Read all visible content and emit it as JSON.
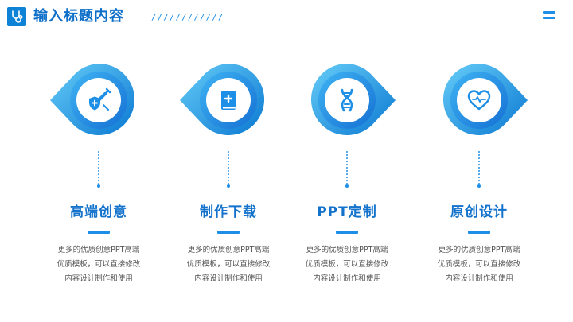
{
  "header": {
    "title": "输入标题内容",
    "decoration": "////////////"
  },
  "colors": {
    "primary": "#1d8fe6",
    "dark_blue": "#0e6fc9",
    "light_blue": "#5cc6f5",
    "text_gray": "#555555"
  },
  "items": [
    {
      "heading": "高端创意",
      "icon": "syringe-shield-icon",
      "desc": [
        "更多的优质创意PPT高端",
        "优质模板，可以直接修改",
        "内容设计制作和使用"
      ]
    },
    {
      "heading": "制作下载",
      "icon": "medical-book-icon",
      "desc": [
        "更多的优质创意PPT高端",
        "优质模板，可以直接修改",
        "内容设计制作和使用"
      ]
    },
    {
      "heading": "PPT定制",
      "icon": "dna-icon",
      "desc": [
        "更多的优质创意PPT高端",
        "优质模板，可以直接修改",
        "内容设计制作和使用"
      ]
    },
    {
      "heading": "原创设计",
      "icon": "heart-pulse-icon",
      "desc": [
        "更多的优质创意PPT高端",
        "优质模板，可以直接修改",
        "内容设计制作和使用"
      ]
    }
  ]
}
